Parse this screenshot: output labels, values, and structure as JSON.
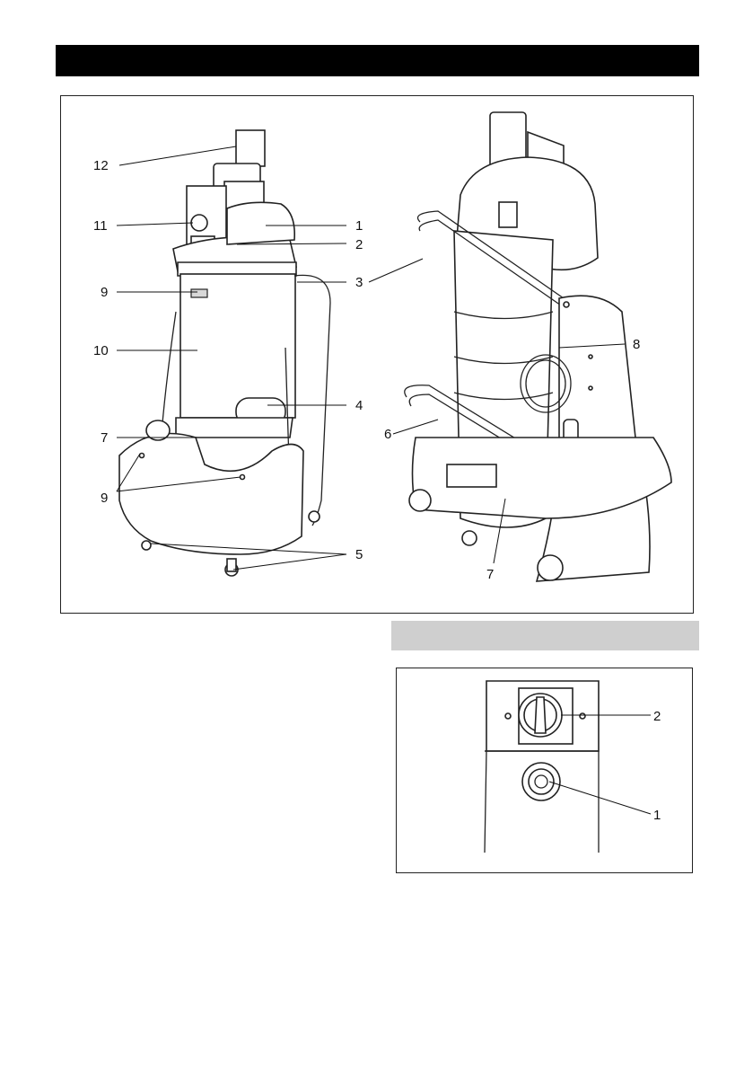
{
  "figure_main": {
    "callouts": [
      "12",
      "11",
      "1",
      "2",
      "3",
      "9",
      "10",
      "4",
      "7",
      "9",
      "5",
      "6",
      "8",
      "7"
    ]
  },
  "figure_panel": {
    "callouts": [
      "2",
      "1"
    ]
  }
}
